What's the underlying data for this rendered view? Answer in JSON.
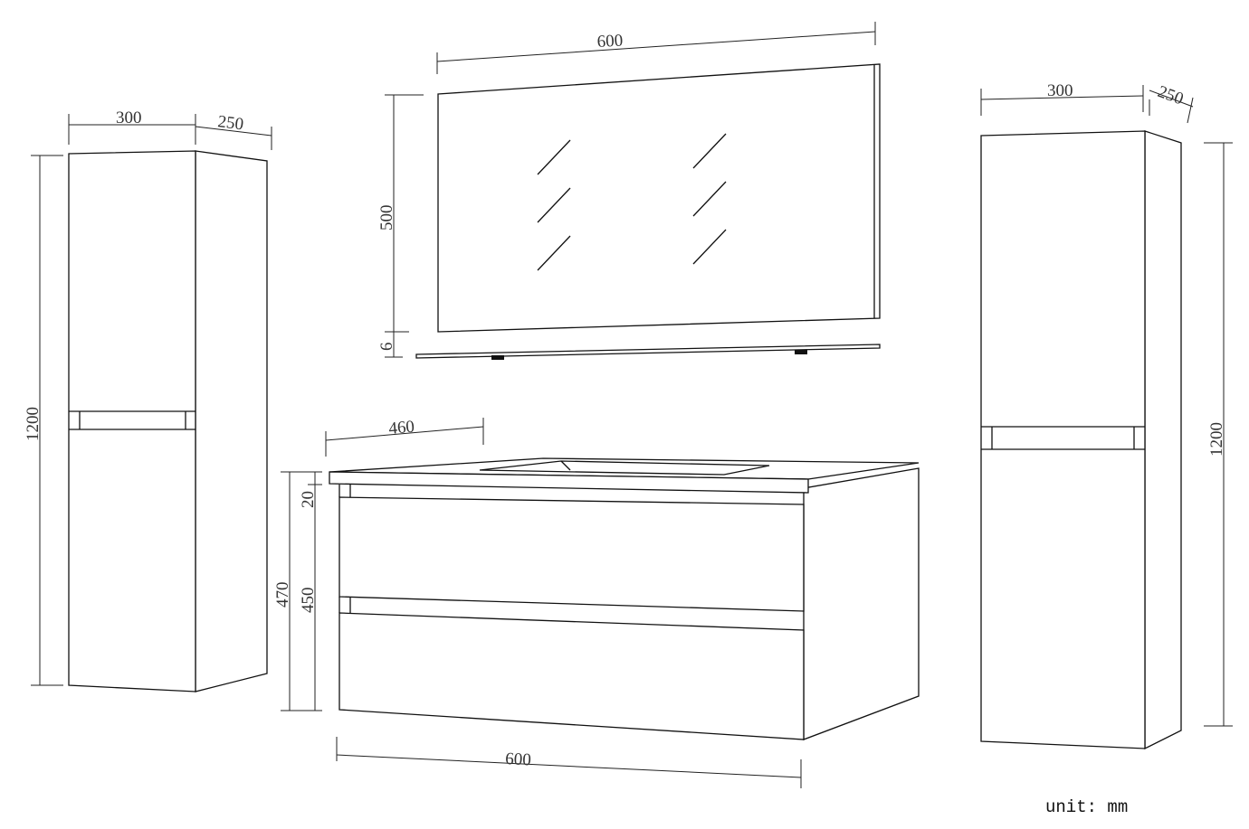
{
  "drawing": {
    "left_cabinet": {
      "width": "300",
      "depth": "250",
      "height": "1200"
    },
    "mirror": {
      "width": "600",
      "height": "500",
      "shelf_thickness": "6"
    },
    "vanity": {
      "depth": "460",
      "top_thickness": "20",
      "total_height": "470",
      "body_height": "450",
      "width": "600"
    },
    "right_cabinet": {
      "width": "300",
      "depth": "250",
      "height": "1200"
    },
    "unit_label": "unit: mm"
  },
  "colors": {
    "line": "#111111",
    "background": "#ffffff"
  }
}
